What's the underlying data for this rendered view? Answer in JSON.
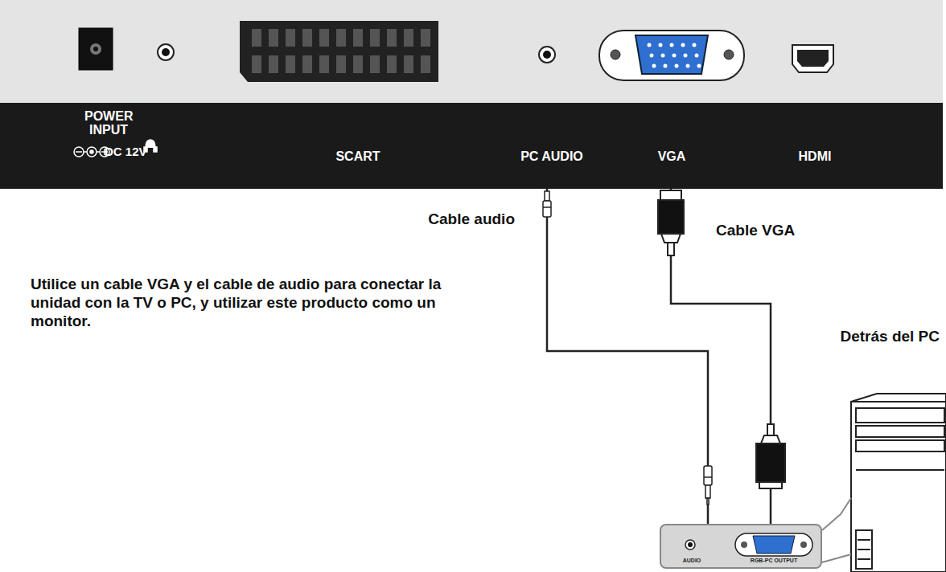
{
  "diagram": {
    "nodes": [
      {
        "text": [
          "POWER INPUT",
          "DC 12V",
          "SCART",
          "PC AUDIO",
          "VGA",
          "HDMI"
        ]
      },
      {
        "text": [
          "AUDIO",
          "RGB-PC OUTPUT"
        ]
      }
    ],
    "edges": [
      {
        "from": 0,
        "to": 1,
        "arrow": "none",
        "label": "Cable audio"
      },
      {
        "from": 0,
        "to": 1,
        "arrow": "none",
        "label": "Cable VGA"
      }
    ],
    "labels": [
      "Utilice un cable VGA y el cable de audio para conectar la unidad con la TV o PC, y utilizar este producto como un monitor.",
      "Detrás del PC"
    ]
  }
}
